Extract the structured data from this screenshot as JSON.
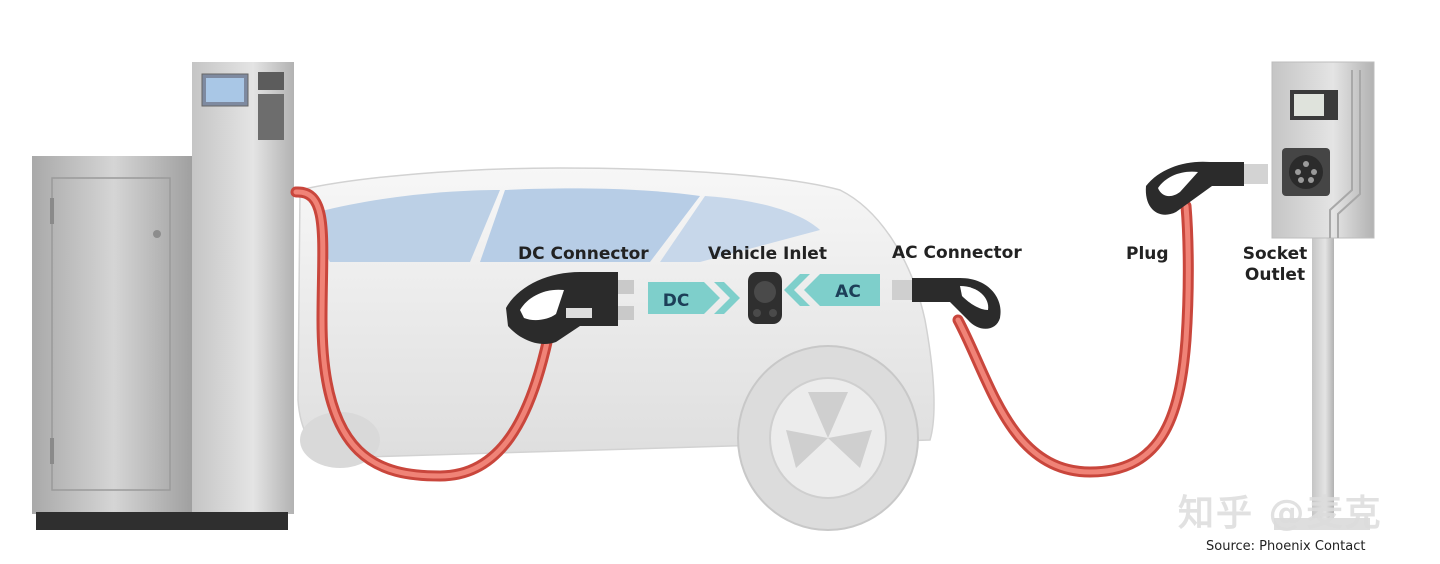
{
  "labels": {
    "dc_connector": "DC Connector",
    "vehicle_inlet": "Vehicle Inlet",
    "ac_connector": "AC Connector",
    "plug": "Plug",
    "socket_outlet_line1": "Socket",
    "socket_outlet_line2": "Outlet"
  },
  "arrows": {
    "dc": "DC",
    "ac": "AC"
  },
  "source": "Source: Phoenix Contact",
  "watermark": "知乎 @麦克",
  "colors": {
    "cable": "#e8574c",
    "arrow": "#7ecfcb",
    "arrow_text": "#1d3f58",
    "car_body": "#ededed",
    "car_window": "#b9cfe6",
    "cabinet": "#b9b9b9"
  }
}
